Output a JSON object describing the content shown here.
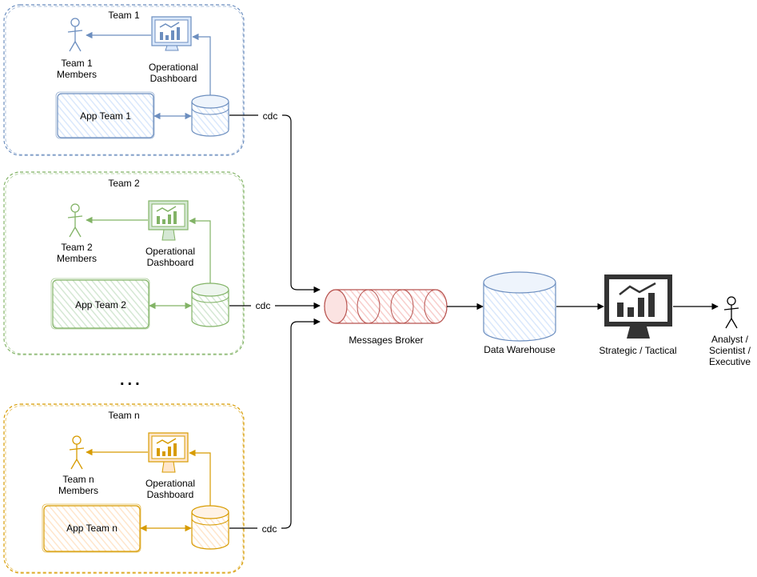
{
  "teams": [
    {
      "title": "Team 1",
      "members_label": [
        "Team 1",
        "Members"
      ],
      "dashboard_label": [
        "Operational",
        "Dashboard"
      ],
      "app_label": "App Team 1",
      "cdc_label": "cdc",
      "color": "#6c8ebf",
      "fill": "#dae8fc"
    },
    {
      "title": "Team 2",
      "members_label": [
        "Team 2",
        "Members"
      ],
      "dashboard_label": [
        "Operational",
        "Dashboard"
      ],
      "app_label": "App Team 2",
      "cdc_label": "cdc",
      "color": "#82b366",
      "fill": "#d5e8d4"
    },
    {
      "title": "Team n",
      "members_label": [
        "Team n",
        "Members"
      ],
      "dashboard_label": [
        "Operational",
        "Dashboard"
      ],
      "app_label": "App Team n",
      "cdc_label": "cdc",
      "color": "#d79b00",
      "fill": "#ffe6cc"
    }
  ],
  "ellipsis": "...",
  "broker": {
    "label": "Messages Broker",
    "color": "#b85450",
    "fill": "#f8cecc"
  },
  "warehouse": {
    "label": "Data Warehouse",
    "color": "#6c8ebf",
    "fill": "#dae8fc"
  },
  "strategic": {
    "label": "Strategic / Tactical",
    "color": "#333333"
  },
  "analyst": {
    "label": [
      "Analyst /",
      "Scientist /",
      "Executive"
    ]
  }
}
